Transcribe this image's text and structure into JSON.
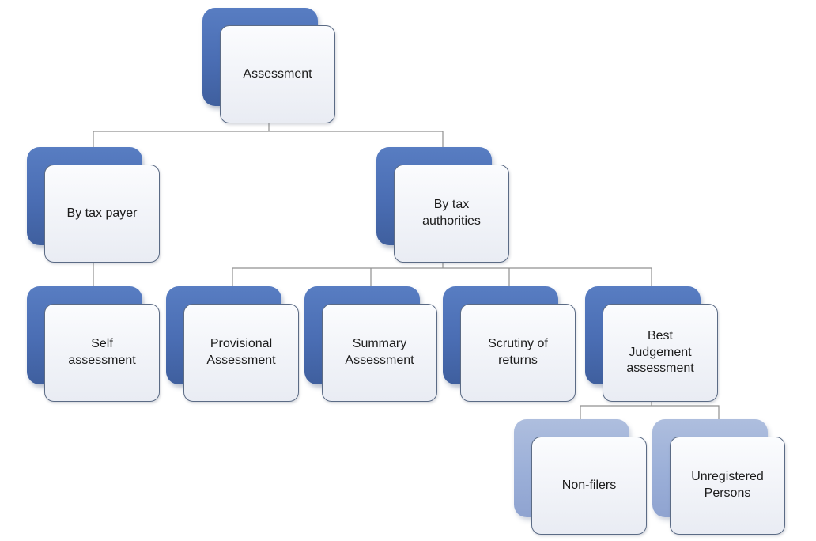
{
  "diagram": {
    "type": "hierarchy-chart",
    "subject": "Assessment types",
    "tree": {
      "label": "Assessment",
      "children": [
        {
          "label": "By tax payer",
          "children": [
            {
              "label": "Self assessment"
            }
          ]
        },
        {
          "label": "By tax authorities",
          "children": [
            {
              "label": "Provisional Assessment"
            },
            {
              "label": "Summary Assessment"
            },
            {
              "label": "Scrutiny of returns"
            },
            {
              "label": "Best Judgement assessment",
              "children": [
                {
                  "label": "Non-filers"
                },
                {
                  "label": "Unregistered Persons"
                }
              ]
            }
          ]
        }
      ]
    },
    "nodes": {
      "assessment": {
        "lines": [
          "Assessment"
        ]
      },
      "by_tax_payer": {
        "lines": [
          "By tax payer"
        ]
      },
      "by_tax_authorities": {
        "lines": [
          "By tax",
          "authorities"
        ]
      },
      "self_assessment": {
        "lines": [
          "Self",
          "assessment"
        ]
      },
      "provisional_assessment": {
        "lines": [
          "Provisional",
          "Assessment"
        ]
      },
      "summary_assessment": {
        "lines": [
          "Summary",
          "Assessment"
        ]
      },
      "scrutiny_of_returns": {
        "lines": [
          "Scrutiny of",
          "returns"
        ]
      },
      "best_judgement_assessment": {
        "lines": [
          "Best",
          "Judgement",
          "assessment"
        ]
      },
      "non_filers": {
        "lines": [
          "Non-filers"
        ]
      },
      "unregistered_persons": {
        "lines": [
          "Unregistered",
          "Persons"
        ]
      }
    },
    "colors": {
      "shadow_dark_blue": "#4a6db3",
      "shadow_light_blue": "#9bafd8",
      "box_fill": "#f1f3f8",
      "box_border": "#5b6b85",
      "connector_gray": "#909090",
      "text": "#1c1c1c",
      "background": "#ffffff"
    }
  }
}
